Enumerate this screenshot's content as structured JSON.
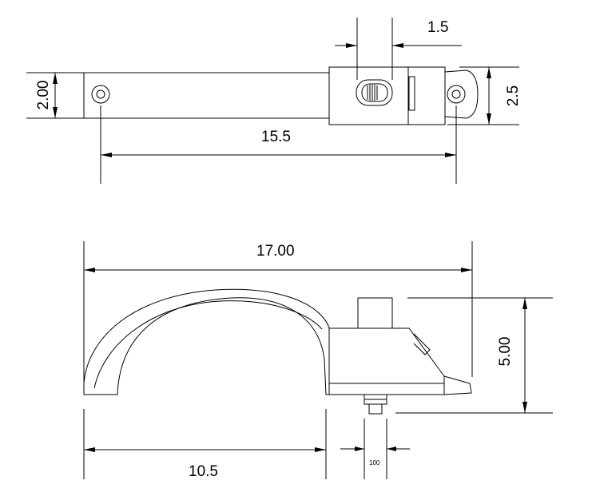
{
  "top_view": {
    "dim_slot_width": "1.5",
    "dim_strap_height": "2.00",
    "dim_body_height": "2.5",
    "dim_hole_spacing": "15.5"
  },
  "side_view": {
    "dim_overall_length": "17.00",
    "dim_height": "5.00",
    "dim_handle_length": "10.5",
    "dim_pin": "100"
  }
}
